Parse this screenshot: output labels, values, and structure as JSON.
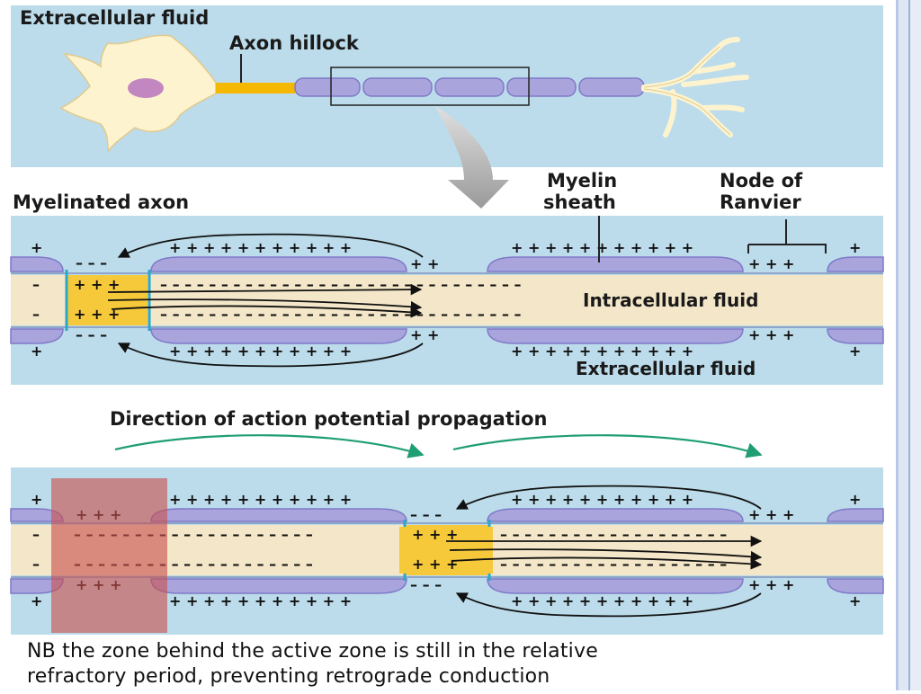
{
  "labels": {
    "extracellular_top": "Extracellular fluid",
    "axon_hillock": "Axon hillock",
    "myelinated_axon": "Myelinated axon",
    "myelin_sheath_line1": "Myelin",
    "myelin_sheath_line2": "sheath",
    "node_line1": "Node of",
    "node_line2": "Ranvier",
    "intracellular": "Intracellular fluid",
    "extracellular_bottom": "Extracellular fluid",
    "direction": "Direction of action potential propagation"
  },
  "caption": {
    "line1": "NB the zone behind the active zone is still in the relative",
    "line2": "refractory period, preventing retrograde conduction"
  },
  "colors": {
    "panel_blue": "#bcdceb",
    "myelin": "#a9a5dc",
    "myelin_edge": "#7e78c8",
    "axoplasm": "#f4e6c8",
    "active_zone": "#f6c93a",
    "axon_hillock": "#f5b800",
    "membrane_cyan": "#29a8c8",
    "propagation_arrow": "#1f9e73",
    "refractory_overlay": "#c9504e"
  },
  "icons": {
    "neuron": "neuron-icon",
    "zoom_arrow": "zoom-arrow-icon",
    "current_arrows": "current-loop-arrow-icon"
  }
}
